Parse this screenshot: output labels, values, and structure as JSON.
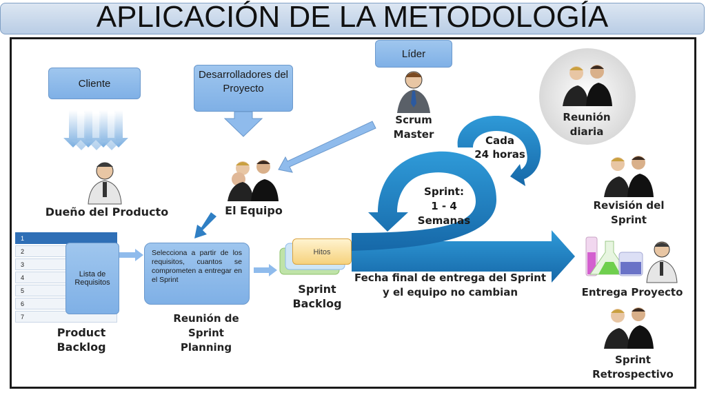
{
  "title": "APLICACIÓN DE LA METODOLOGÍA",
  "callouts": {
    "cliente": "Cliente",
    "desarrolladores": "Desarrolladores del Proyecto",
    "lider": "Líder"
  },
  "roles": {
    "dueno": "Dueño del Producto",
    "equipo": "El Equipo",
    "scrum_master": "Scrum Master",
    "reunion_diaria": "Reunión diaria",
    "revision": "Revisión del Sprint",
    "entrega": "Entrega Proyecto",
    "retrospectivo": "Sprint Retrospectivo"
  },
  "cycle": {
    "cada": "Cada",
    "horas": "24 horas",
    "sprint": "Sprint:",
    "duracion": "1 - 4",
    "semanas": "Semanas"
  },
  "backlog": {
    "rows": [
      "1",
      "2",
      "3",
      "4",
      "5",
      "6",
      "7"
    ],
    "lista": "Lista de Requisitos",
    "product_backlog": "Product Backlog"
  },
  "planning": {
    "selecciona": "Selecciona a partir de los requisitos, cuantos se comprometen a entregar en el Sprint",
    "reunion": "Reunión de Sprint Planning"
  },
  "sprint_backlog": {
    "hitos": "Hitos",
    "label": "Sprint Backlog"
  },
  "fecha_final": "Fecha final de entrega del Sprint y el equipo no cambian",
  "colors": {
    "callout": "#8fbbec",
    "arrow_blue": "#1f86c9",
    "arrow_light": "#7aaee0"
  }
}
